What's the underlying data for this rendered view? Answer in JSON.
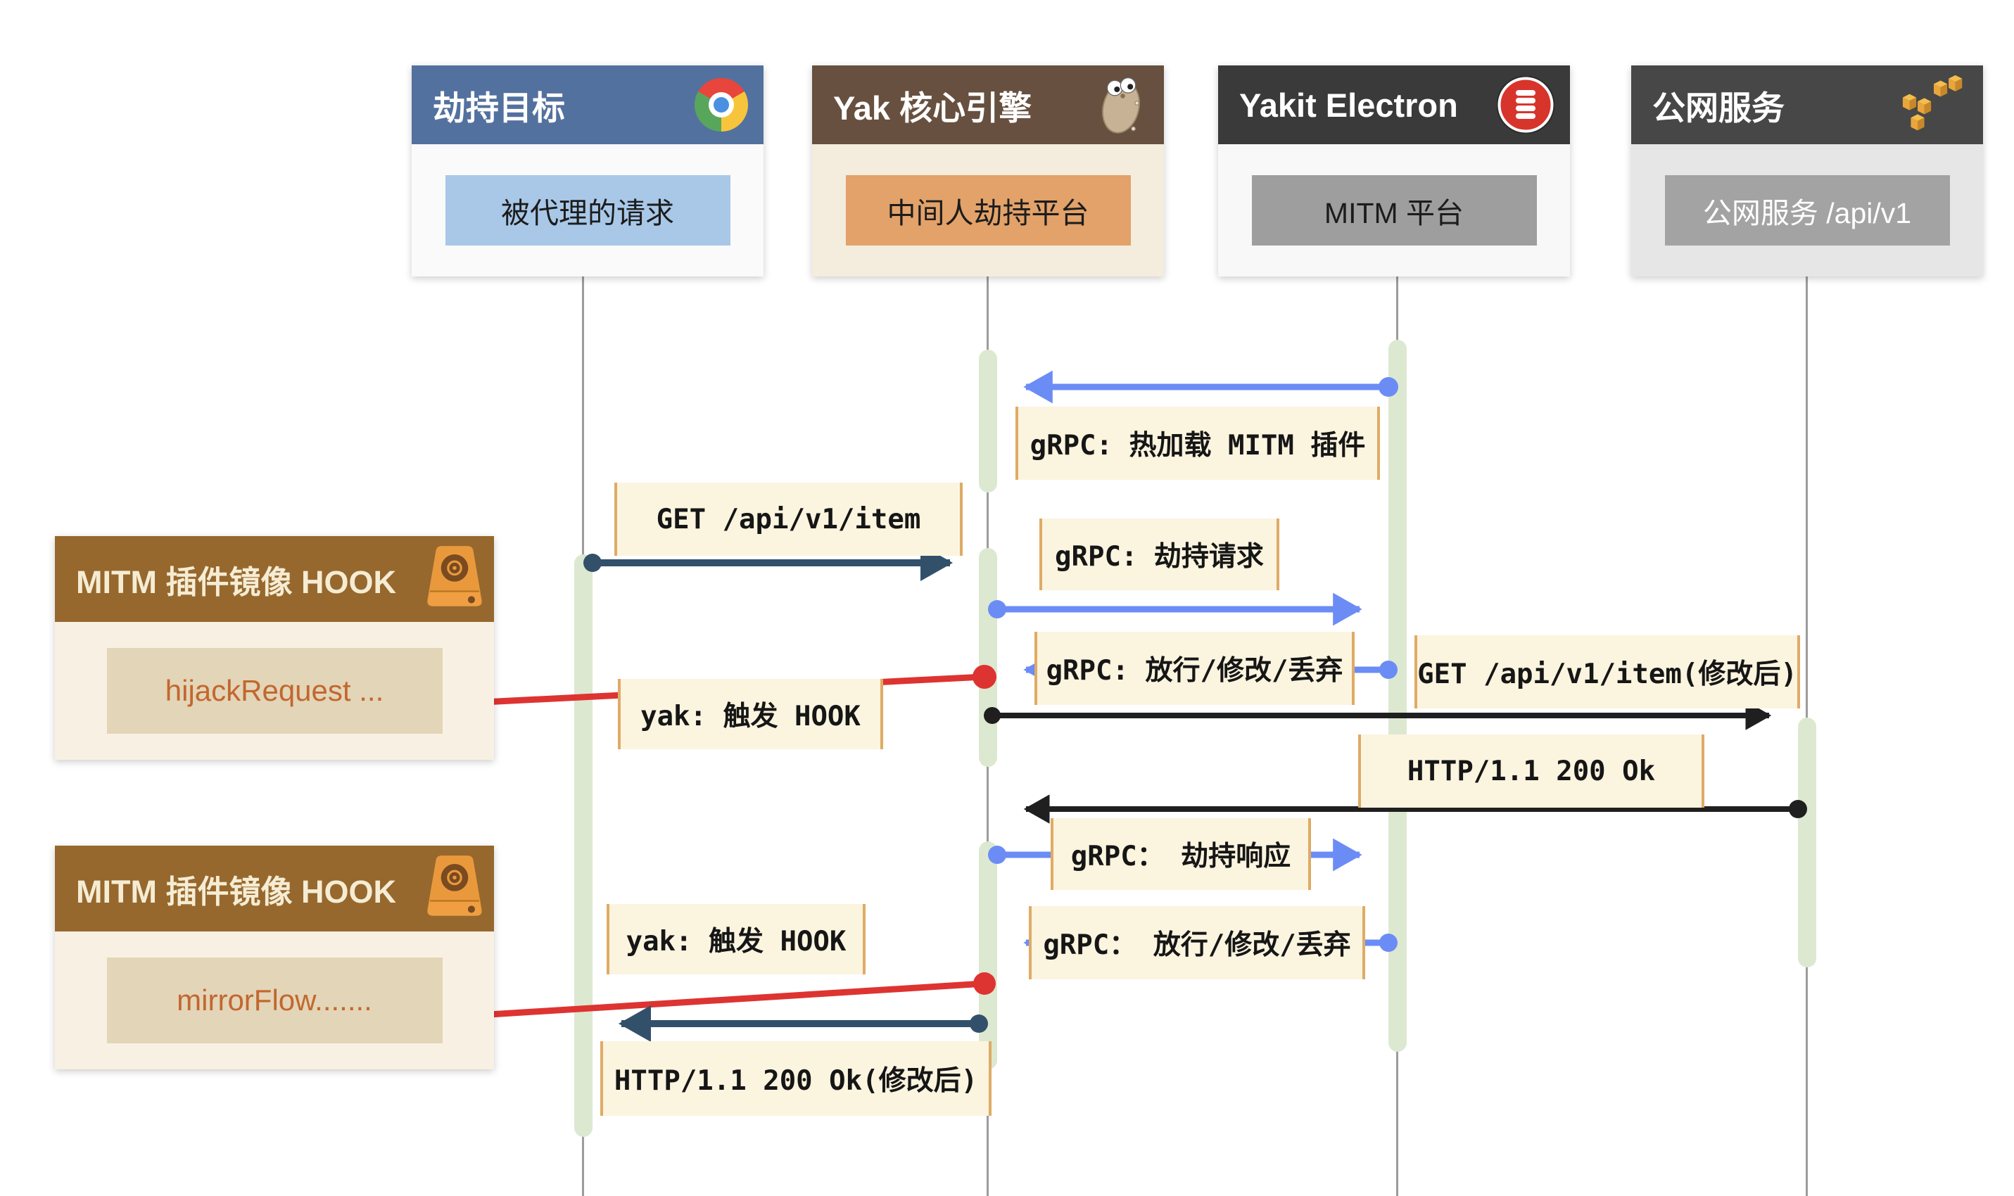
{
  "diagram": {
    "kind": "sequence-diagram",
    "topic": "Yakit MITM 插件劫持流程"
  },
  "participants": [
    {
      "name": "劫持目标",
      "tag": "被代理的请求",
      "icon": "chrome-icon",
      "header_bg": "#53719e",
      "tag_bg": "#a9c8e8"
    },
    {
      "name": "Yak 核心引擎",
      "tag": "中间人劫持平台",
      "icon": "gopher-icon",
      "header_bg": "#67503f",
      "tag_bg": "#e2a269"
    },
    {
      "name": "Yakit Electron",
      "tag": "MITM 平台",
      "icon": "yakit-icon",
      "header_bg": "#3a3a3a",
      "tag_bg": "#9e9e9e"
    },
    {
      "name": "公网服务",
      "tag": "公网服务 /api/v1",
      "icon": "aws-cubes-icon",
      "header_bg": "#474747",
      "tag_bg": "#a3a3a3"
    }
  ],
  "hooks": [
    {
      "name": "MITM 插件镜像 HOOK",
      "tag": "hijackRequest ...",
      "icon": "speaker-icon"
    },
    {
      "name": "MITM 插件镜像 HOOK",
      "tag": "mirrorFlow.......",
      "icon": "speaker-icon"
    }
  ],
  "messages": [
    {
      "text": "gRPC: 热加载 MITM 插件",
      "from": "Yakit Electron",
      "to": "Yak 核心引擎",
      "style": "blue"
    },
    {
      "text": "GET /api/v1/item",
      "from": "劫持目标",
      "to": "Yak 核心引擎",
      "style": "navy"
    },
    {
      "text": "gRPC: 劫持请求",
      "from": "Yak 核心引擎",
      "to": "Yakit Electron",
      "style": "blue"
    },
    {
      "text": "gRPC: 放行/修改/丢弃",
      "from": "Yakit Electron",
      "to": "Yak 核心引擎",
      "style": "blue"
    },
    {
      "text": "yak: 触发 HOOK",
      "from": "Yak 核心引擎",
      "to": "MITM 插件镜像 HOOK",
      "style": "red-note"
    },
    {
      "text": "GET /api/v1/item(修改后)",
      "from": "Yak 核心引擎",
      "to": "公网服务",
      "style": "black"
    },
    {
      "text": "HTTP/1.1 200 Ok",
      "from": "公网服务",
      "to": "Yak 核心引擎",
      "style": "black"
    },
    {
      "text": "gRPC： 劫持响应",
      "from": "Yak 核心引擎",
      "to": "Yakit Electron",
      "style": "blue"
    },
    {
      "text": "gRPC： 放行/修改/丢弃",
      "from": "Yakit Electron",
      "to": "Yak 核心引擎",
      "style": "blue"
    },
    {
      "text": "yak: 触发 HOOK",
      "from": "Yak 核心引擎",
      "to": "MITM 插件镜像 HOOK",
      "style": "red-note"
    },
    {
      "text": "HTTP/1.1 200 Ok(修改后)",
      "from": "Yak 核心引擎",
      "to": "劫持目标",
      "style": "navy"
    }
  ],
  "hook_links": [
    {
      "from": "hijackRequest ...",
      "to": "Yak 核心引擎",
      "style": "red"
    },
    {
      "from": "mirrorFlow.......",
      "to": "Yak 核心引擎",
      "style": "red"
    }
  ],
  "colors": {
    "arrow_blue": "#6c8cf5",
    "arrow_navy": "#33506b",
    "arrow_black": "#1f1f1f",
    "arrow_red": "#dd3431",
    "activation": "#dde8d1",
    "lifeline": "#9c9c9c",
    "label_bg": "#fbf4df",
    "label_border": "#dfab66"
  }
}
